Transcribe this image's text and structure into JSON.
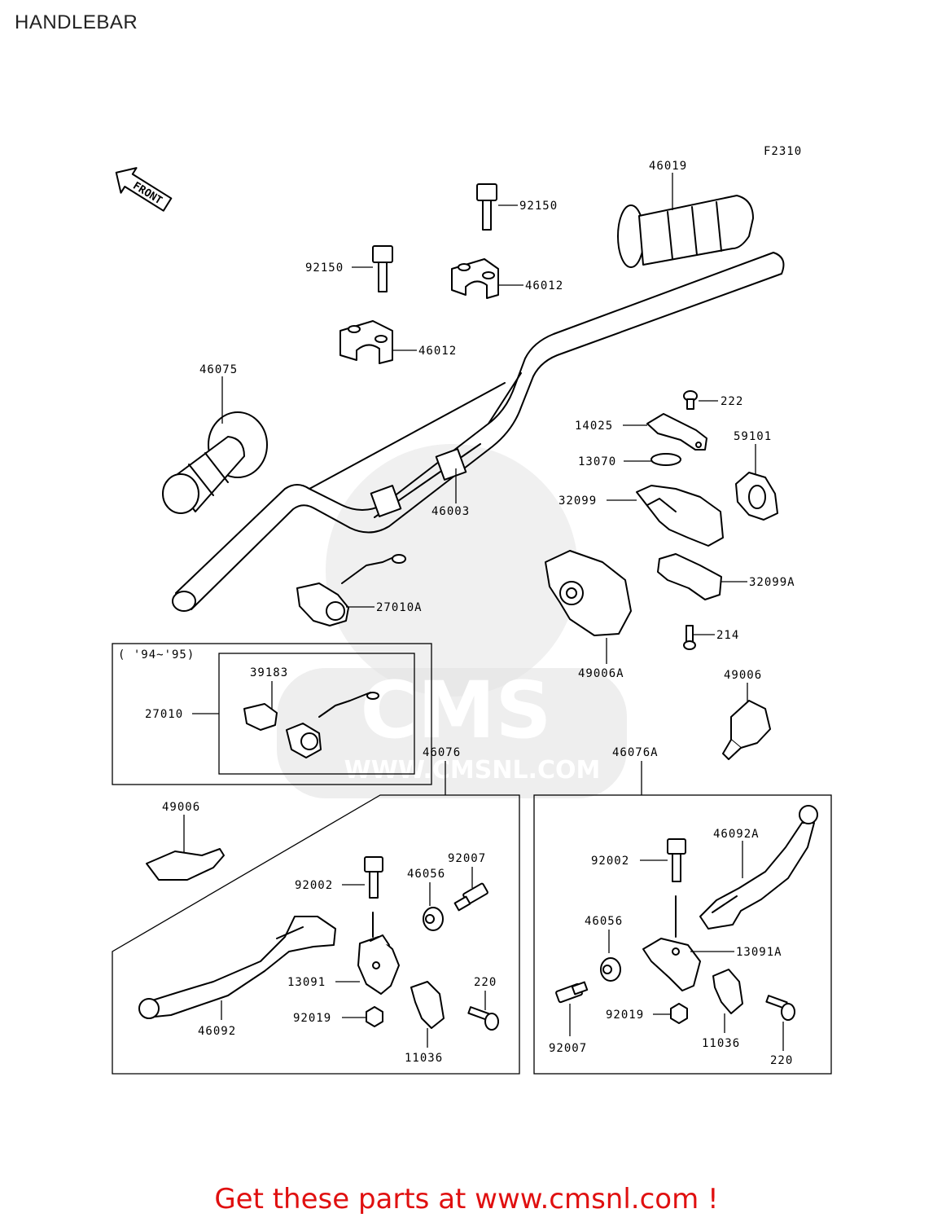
{
  "page": {
    "title": "HANDLEBAR",
    "figure_code": "F2310",
    "direction_label": "FRONT",
    "variant_note": "( '94~'95)",
    "footer_cta": "Get these parts at www.cmsnl.com !",
    "watermark_brand": "CMS",
    "watermark_url": "WWW.CMSNL.COM"
  },
  "parts": {
    "p46019": "46019",
    "p92150a": "92150",
    "p92150b": "92150",
    "p46012a": "46012",
    "p46012b": "46012",
    "p46075": "46075",
    "p222": "222",
    "p14025": "14025",
    "p59101": "59101",
    "p13070": "13070",
    "p32099": "32099",
    "p46003": "46003",
    "p32099A": "32099A",
    "p27010A": "27010A",
    "p214": "214",
    "p49006A": "49006A",
    "p49006a": "49006",
    "p39183": "39183",
    "p27010": "27010",
    "p46076": "46076",
    "p46076A": "46076A",
    "p49006b": "49006",
    "p92007a": "92007",
    "p46056a": "46056",
    "p92002a": "92002",
    "p13091": "13091",
    "p220a": "220",
    "p92019a": "92019",
    "p46092": "46092",
    "p11036a": "11036",
    "p46092A": "46092A",
    "p92002b": "92002",
    "p46056b": "46056",
    "p13091A": "13091A",
    "p92019b": "92019",
    "p92007b": "92007",
    "p11036b": "11036",
    "p220b": "220"
  },
  "colors": {
    "footer": "#e01010",
    "watermark": "#e3e3e3",
    "line": "#000000"
  }
}
